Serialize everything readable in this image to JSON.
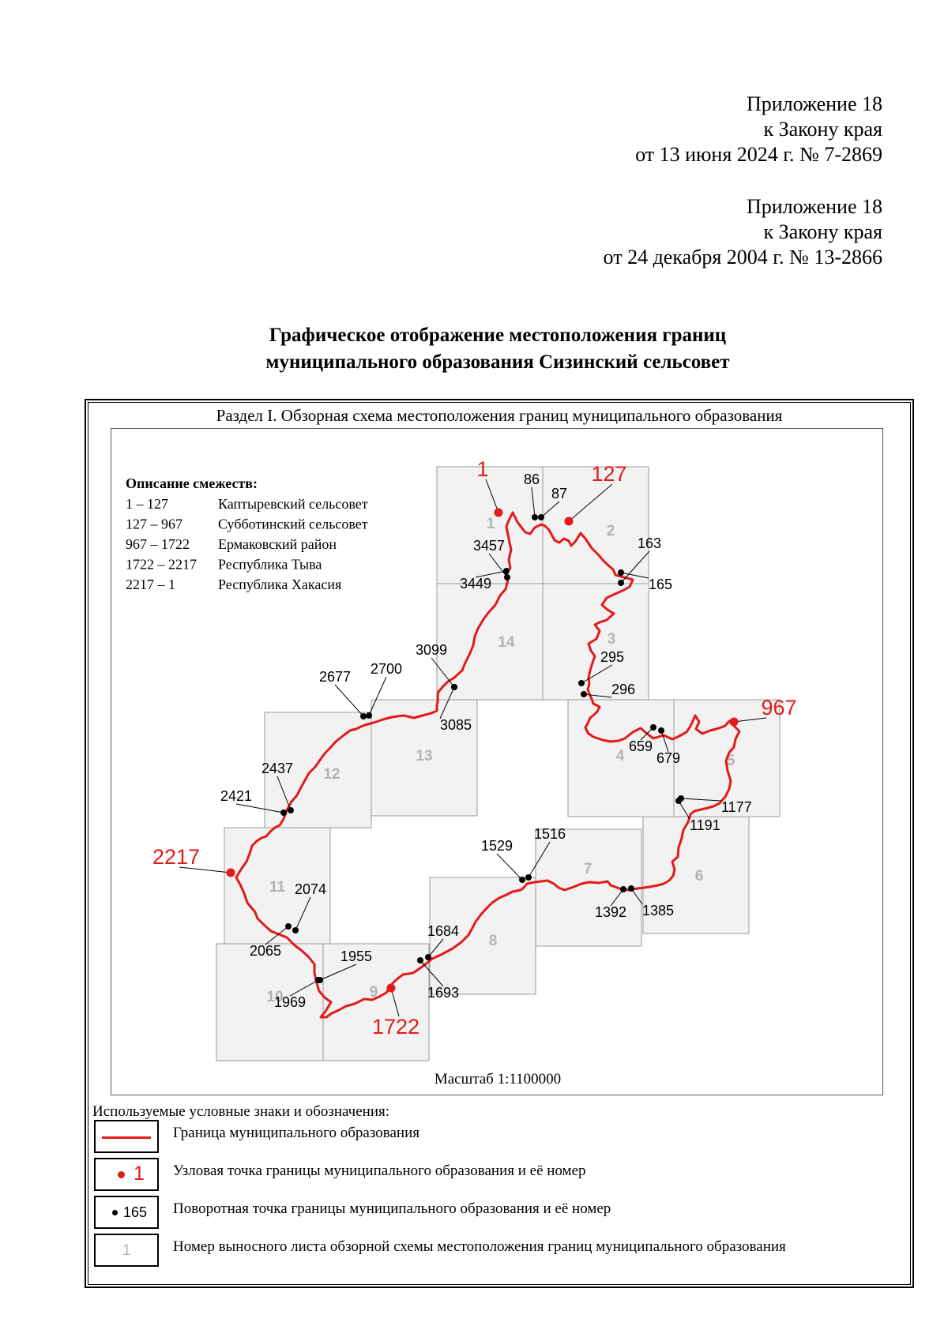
{
  "header": {
    "new_appendix": [
      "Приложение 18",
      "к Закону края",
      "от 13 июня 2024 г. № 7-2869"
    ],
    "old_appendix": [
      "Приложение 18",
      "к Закону края",
      "от 24 декабря 2004 г. № 13-2866"
    ]
  },
  "title": [
    "Графическое отображение местоположения границ",
    "муниципального образования Сизинский сельсовет"
  ],
  "section_title": "Раздел I. Обзорная схема местоположения границ муниципального образования",
  "adjacency": {
    "heading": "Описание смежеств:",
    "rows": [
      {
        "range": "1 – 127",
        "name": "Каптыревский сельсовет"
      },
      {
        "range": "127 – 967",
        "name": "Субботинский сельсовет"
      },
      {
        "range": "967 – 1722",
        "name": "Ермаковский район"
      },
      {
        "range": "1722 – 2217",
        "name": "Республика Тыва"
      },
      {
        "range": "2217 – 1",
        "name": "Республика Хакасия"
      }
    ]
  },
  "sheets": [
    "1",
    "2",
    "3",
    "4",
    "5",
    "6",
    "7",
    "8",
    "9",
    "10",
    "11",
    "12",
    "13",
    "14"
  ],
  "node_points": [
    "1",
    "127",
    "967",
    "1722",
    "2217"
  ],
  "turn_points": [
    "86",
    "87",
    "163",
    "165",
    "3457",
    "3449",
    "3099",
    "3085",
    "2677",
    "2700",
    "295",
    "296",
    "659",
    "679",
    "1177",
    "1191",
    "1516",
    "1529",
    "1392",
    "1385",
    "1684",
    "1693",
    "1955",
    "1969",
    "2074",
    "2065",
    "2437",
    "2421"
  ],
  "scale": "Масштаб 1:1100000",
  "legend": {
    "title": "Используемые условные знаки и обозначения:",
    "items": [
      {
        "symbol": "red-line",
        "text": "Граница муниципального образования"
      },
      {
        "symbol": "red-dot",
        "sample": "1",
        "text": "Узловая точка границы муниципального образования и её номер"
      },
      {
        "symbol": "black-dot",
        "sample": "165",
        "text": "Поворотная точка границы муниципального образования и её номер"
      },
      {
        "symbol": "sheet-number",
        "sample": "1",
        "text": "Номер выносного листа обзорной схемы местоположения границ муниципального образования"
      }
    ]
  },
  "colors": {
    "boundary": "#e21a1a",
    "node_label": "#e21a1a",
    "turn_point": "#000000",
    "sheet_number": "#b3b3b3",
    "sheet_fill": "#f2f2f2"
  }
}
